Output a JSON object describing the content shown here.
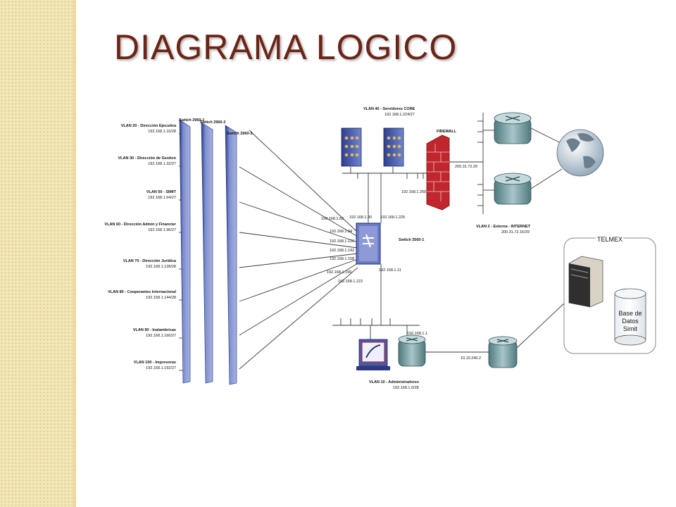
{
  "slide": {
    "title": "DIAGRAMA LOGICO"
  },
  "switches": [
    "Switch 2960-1",
    "Switch 2960-2",
    "Switch 2960-3"
  ],
  "vlans": [
    {
      "name": "VLAN 20 - Dirección Ejecutiva",
      "net": "192.168.1.16/28"
    },
    {
      "name": "VLAN 30 - Dirección de Gestion",
      "net": "192.168.1.32/27"
    },
    {
      "name": "VLAN 50 - SIMIT",
      "net": "192.168.1.64/27"
    },
    {
      "name": "VLAN 60 - Dirección Admin y Financier",
      "net": "192.168.1.96/27"
    },
    {
      "name": "VLAN 70 - Dirección Jurídica",
      "net": "192.168.1.128/28"
    },
    {
      "name": "VLAN 80 - Cooperantes Internacional",
      "net": "192.168.1.144/28"
    },
    {
      "name": "VLAN 90 - Inalambricas",
      "net": "192.168.1.160/27"
    },
    {
      "name": "VLAN 100 - Impresoras",
      "net": "192.168.1.192/27"
    }
  ],
  "core": {
    "name": "Switch 3560-1",
    "left_ips": [
      "192.168.1.62",
      "192.168.1.94",
      "192.168.1.126",
      "192.168.1.142",
      "192.168.1.158",
      "192.168.1.190",
      "192.168.1.222"
    ],
    "top_ips": [
      "192.168.1.30",
      "192.168.1.225"
    ],
    "bottom_ip": "192.168.1.11"
  },
  "vlan40": {
    "name": "VLAN 40 - Servidores CORE",
    "net": "192.168.1.224/27"
  },
  "firewall": {
    "label": "FIREWALL",
    "inside_ip": "192.168.1.250",
    "outside_ip": "200.31.72.20"
  },
  "external": {
    "name": "VLAN 2 - Externa - INTERNET",
    "net": "200.31.72.16/29"
  },
  "admin": {
    "router_ip": "192.168.1.1",
    "name": "VLAN 10 - Administradores",
    "net": "192.168.1.0/28"
  },
  "wan": {
    "ip": "10.10.240.2"
  },
  "telmex": {
    "label": "TELMEX",
    "db_line1": "Base de",
    "db_line2": "Datos",
    "db_line3": "Simit"
  }
}
